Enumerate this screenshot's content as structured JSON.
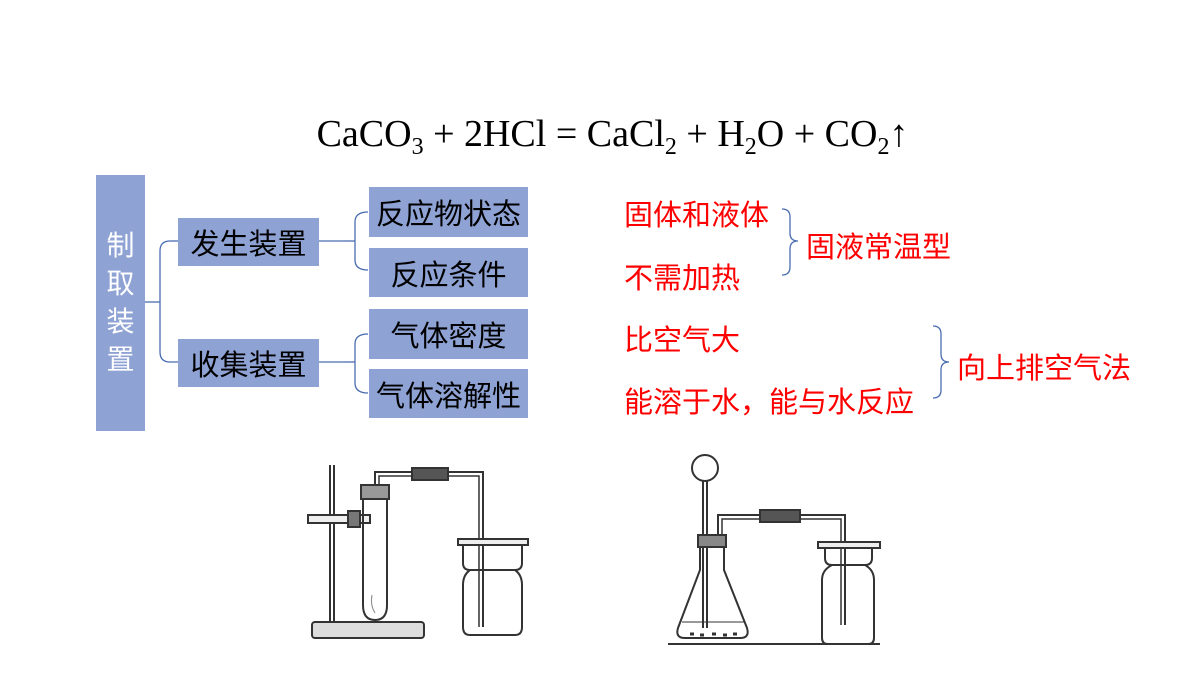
{
  "equation": {
    "caco": "CaCO",
    "sub3": "3",
    "plus_hcl": " + 2HCl = CaCl",
    "sub2a": "2",
    "plus_h": " + H",
    "sub2b": "2",
    "o_co": "O + CO",
    "sub2c": "2",
    "arrow": "↑"
  },
  "root_label": [
    "制",
    "取",
    "装",
    "置"
  ],
  "branches": {
    "generation": "发生装置",
    "collection": "收集装置"
  },
  "factors": {
    "reactant_state": "反应物状态",
    "reaction_condition": "反应条件",
    "gas_density": "气体密度",
    "gas_solubility": "气体溶解性"
  },
  "answers": {
    "solid_liquid": "固体和液体",
    "no_heating": "不需加热",
    "denser_than_air": "比空气大",
    "soluble": "能溶于水，能与水反应",
    "generator_type": "固液常温型",
    "collection_method": "向上排空气法"
  },
  "colors": {
    "box_fill": "#8ea2d4",
    "connector": "#4a6db0",
    "answer_text": "#ff0000",
    "apparatus": "#333333"
  },
  "icons": [
    "test-tube-apparatus-icon",
    "conical-flask-apparatus-icon"
  ]
}
